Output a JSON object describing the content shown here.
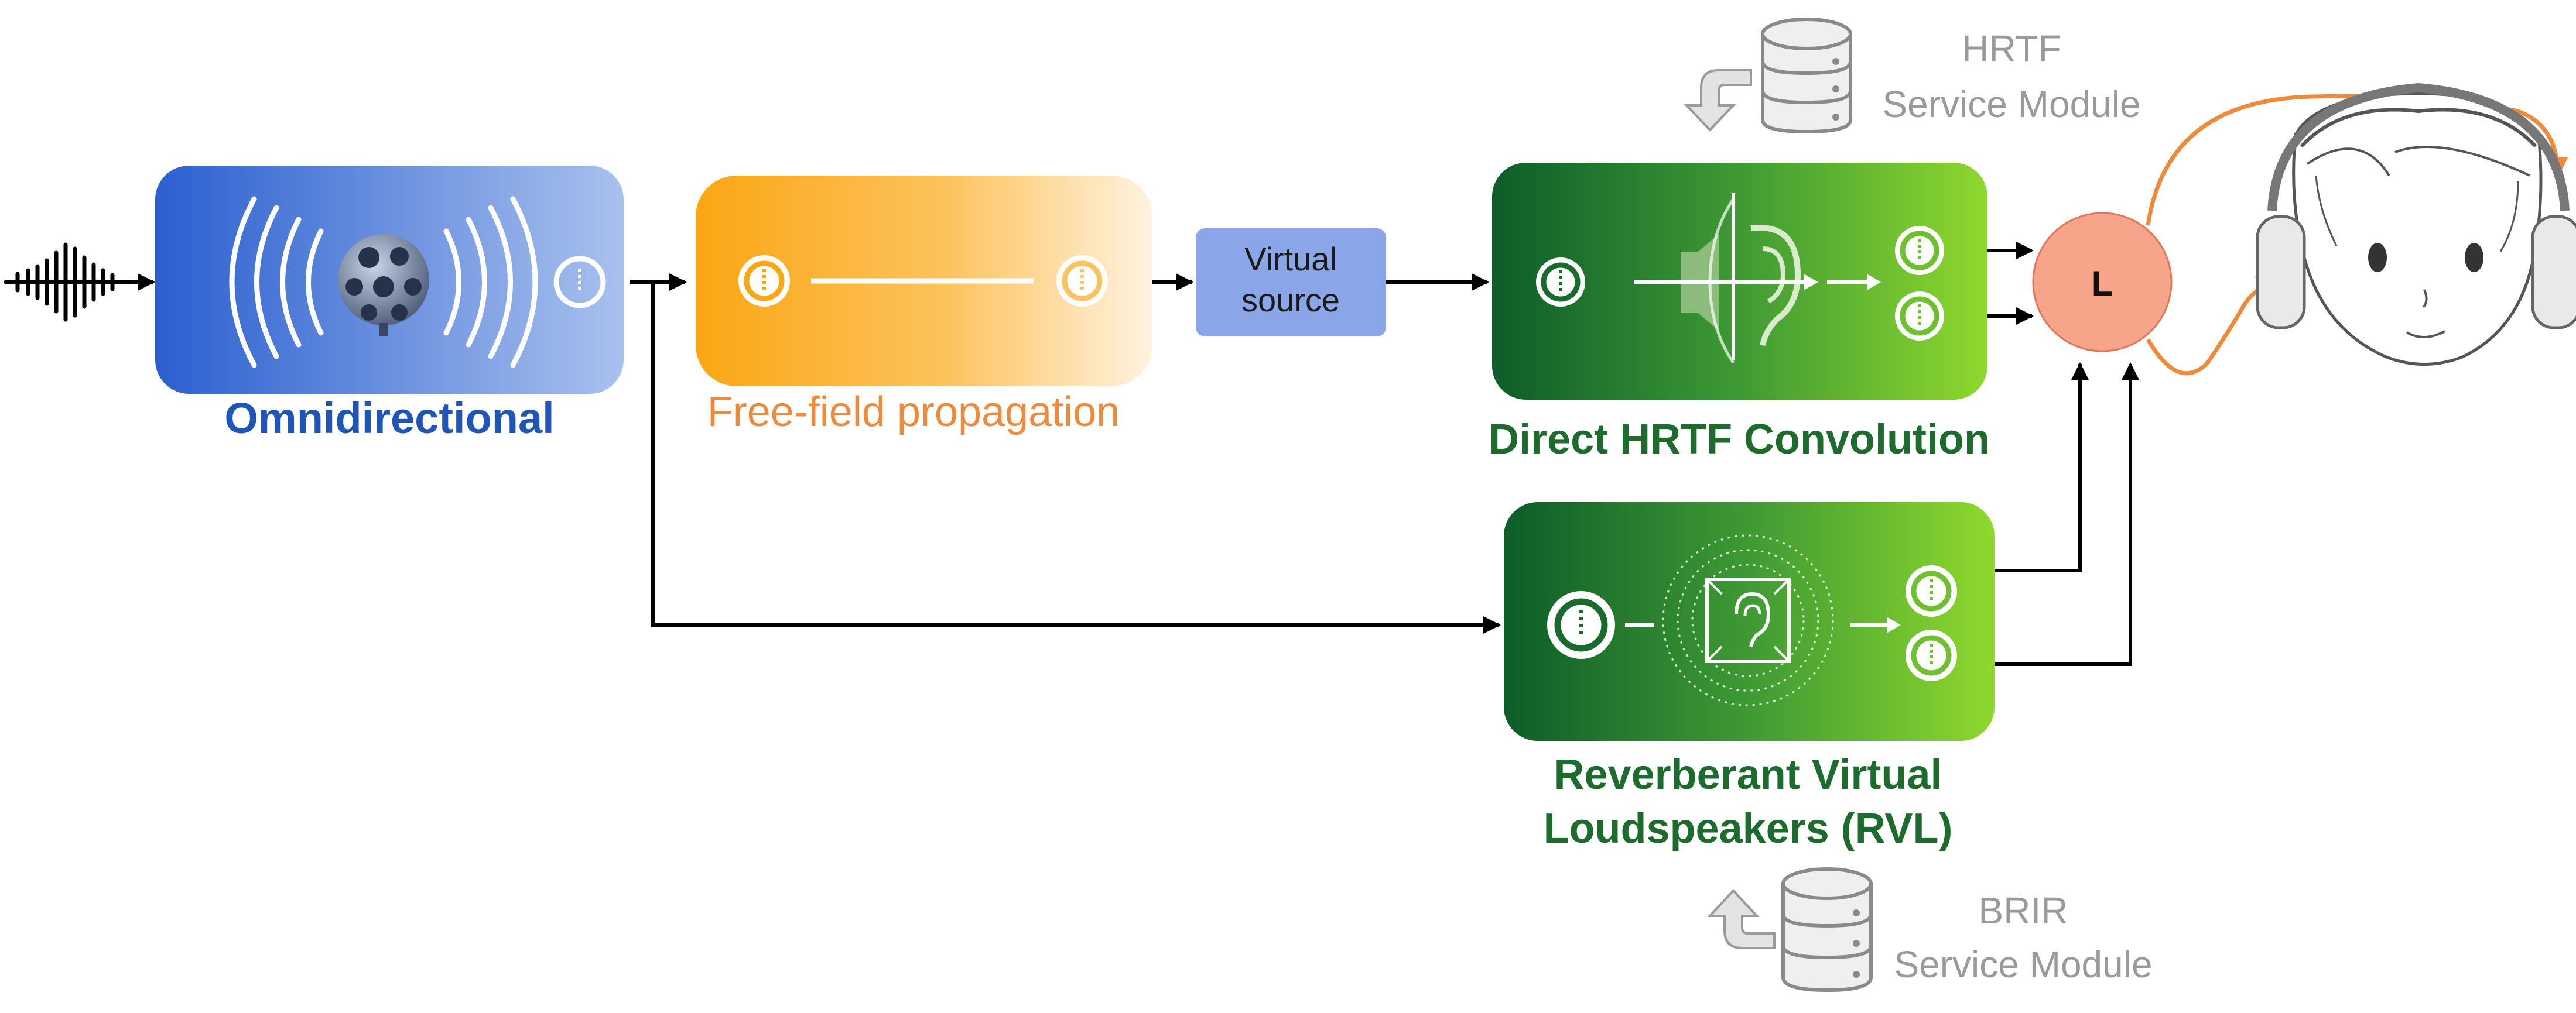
{
  "labels": {
    "omnidirectional": "Omnidirectional",
    "free_field": "Free-field propagation",
    "virtual_source_line1": "Virtual",
    "virtual_source_line2": "source",
    "direct_hrtf": "Direct HRTF Convolution",
    "rvl_line1": "Reverberant Virtual",
    "rvl_line2": "Loudspeakers (RVL)",
    "hrtf_module_line1": "HRTF",
    "hrtf_module_line2": "Service Module",
    "brir_module_line1": "BRIR",
    "brir_module_line2": "Service Module",
    "mixer": "L"
  },
  "colors": {
    "omni_start": "#2b5fd0",
    "omni_end": "#a9c1ee",
    "freefield_start": "#fba613",
    "freefield_end": "#fff3e0",
    "green_start": "#0d5c2a",
    "green_end": "#8fd82e",
    "virtual_source": "#8aa6e8",
    "mixer_fill": "#f6a58a",
    "orange_line": "#ee8a3a",
    "gray": "#9a9a9a"
  },
  "icons": [
    "waveform-icon",
    "spherical-microphone-icon",
    "audio-jack-icon",
    "speaker-ear-icon",
    "room-ear-icon",
    "database-icon",
    "curved-arrow-icon",
    "listener-headphones-icon"
  ]
}
